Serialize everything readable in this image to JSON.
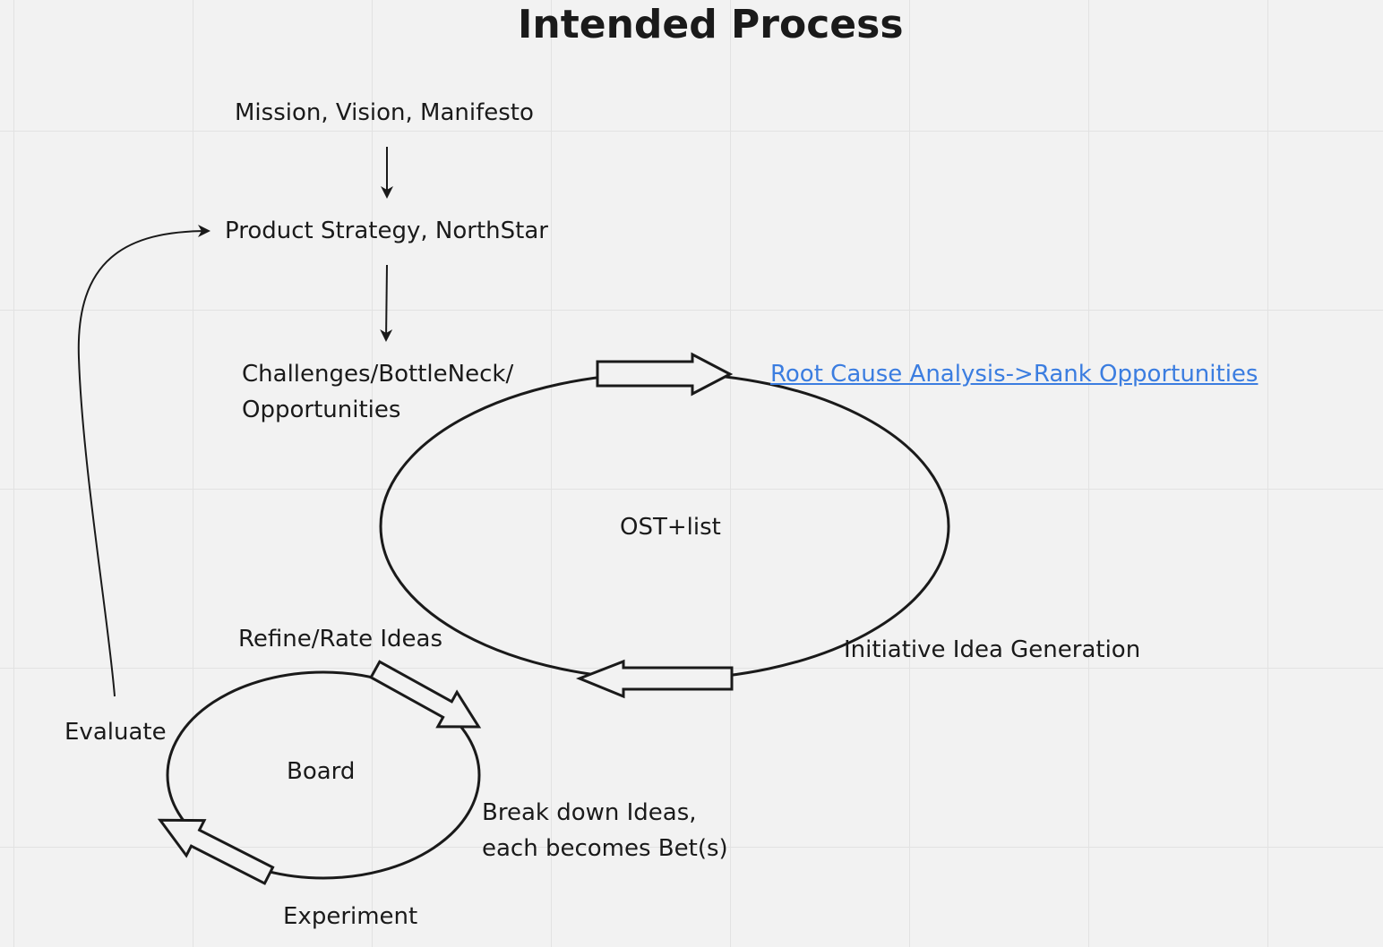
{
  "diagram": {
    "title": "Intended Process",
    "nodes": {
      "mission": "Mission, Vision, Manifesto",
      "strategy": "Product Strategy, NorthStar",
      "challenges_line1": "Challenges/BottleNeck/",
      "challenges_line2": "Opportunities",
      "ost": "OST+list",
      "root_cause_link": "Root Cause Analysis->Rank Opportunities",
      "initiative": "Initiative Idea Generation",
      "refine": "Refine/Rate Ideas",
      "board": "Board",
      "break_down_line1": "Break down Ideas,",
      "break_down_line2": "each becomes Bet(s)",
      "experiment": "Experiment",
      "evaluate": "Evaluate"
    },
    "colors": {
      "link": "#3b7de0",
      "stroke": "#1a1a1a",
      "background": "#f2f2f2",
      "grid": "#e2e2e2"
    }
  }
}
